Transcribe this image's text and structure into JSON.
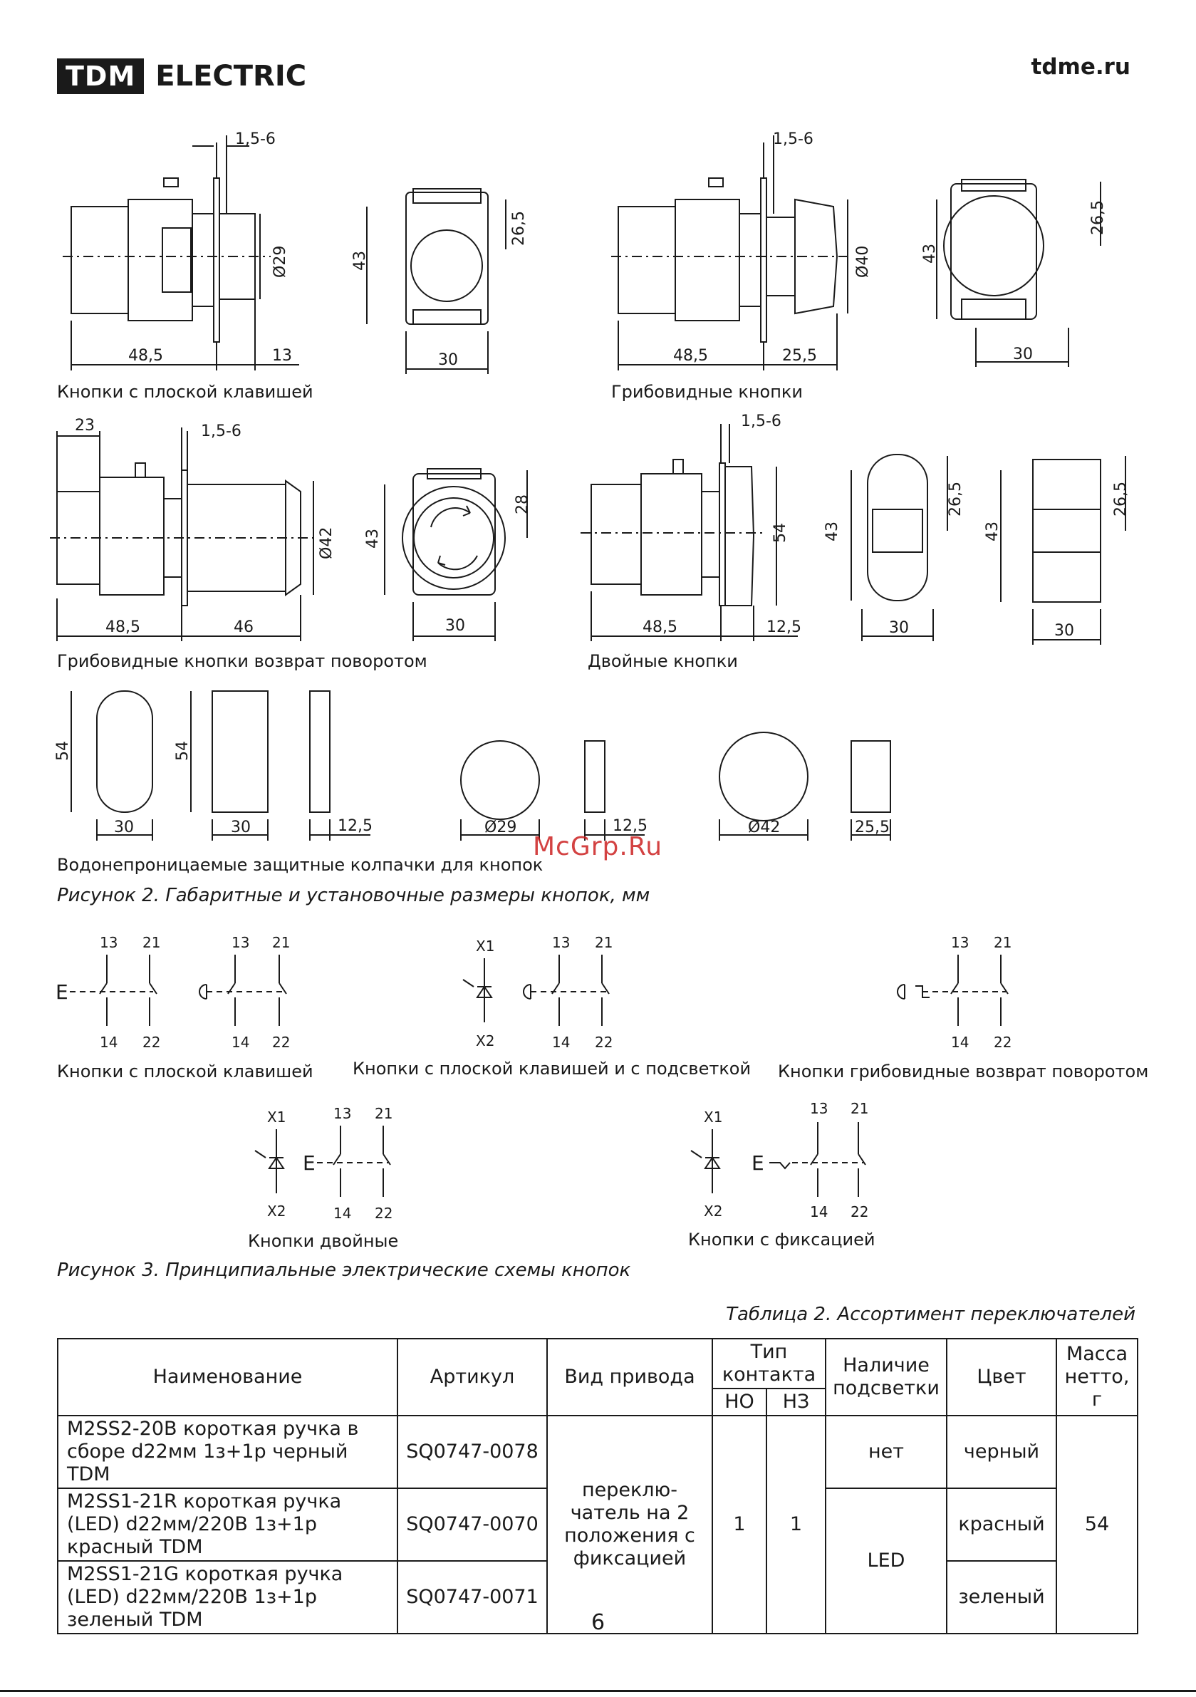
{
  "header": {
    "logo_box": "TDM",
    "logo_word": "ELECTRIC",
    "site": "tdme.ru"
  },
  "drawings": {
    "flat": {
      "dim_gap": "1,5-6",
      "diam": "Ø29",
      "depth": "48,5",
      "front": "13",
      "h": "43",
      "top": "26,5",
      "w": "30",
      "caption": "Кнопки с плоской клавишей"
    },
    "mushroom": {
      "dim_gap": "1,5-6",
      "diam": "Ø40",
      "depth": "48,5",
      "front": "25,5",
      "h": "43",
      "top": "26,5",
      "w": "30",
      "caption": "Грибовидные кнопки"
    },
    "turn": {
      "left": "23",
      "dim_gap": "1,5-6",
      "diam": "Ø42",
      "depth": "48,5",
      "front": "46",
      "h": "43",
      "top": "28",
      "w": "30",
      "caption": "Грибовидные кнопки возврат поворотом"
    },
    "double": {
      "dim_gap": "1,5-6",
      "height": "54",
      "depth": "48,5",
      "front": "12,5",
      "h1": "43",
      "top1": "26,5",
      "w1": "30",
      "h2": "43",
      "top2": "26,5",
      "w2": "30",
      "caption": "Двойные кнопки"
    },
    "caps": {
      "h1": "54",
      "w1": "30",
      "h2": "54",
      "w2": "30",
      "d1": "12,5",
      "c1": "Ø29",
      "d2": "12,5",
      "c2": "Ø42",
      "d3": "25,5",
      "caption": "Водонепроницаемые защитные колпачки для кнопок"
    }
  },
  "watermark": "McGrp.Ru",
  "figure2_caption": "Рисунок 2. Габаритные и установочные размеры кнопок, мм",
  "schemes": {
    "s1": {
      "e": "E",
      "t13": "13",
      "t21": "21",
      "t14": "14",
      "t22": "22",
      "caption": "Кнопки с плоской клавишей"
    },
    "s2": {
      "x1": "X1",
      "x2": "X2",
      "t13": "13",
      "t21": "21",
      "t14": "14",
      "t22": "22",
      "caption": "Кнопки с плоской клавишей и с подсветкой"
    },
    "s3": {
      "t13": "13",
      "t21": "21",
      "t14": "14",
      "t22": "22",
      "caption": "Кнопки грибовидные возврат поворотом"
    },
    "s4": {
      "x1": "X1",
      "x2": "X2",
      "e": "E",
      "t13": "13",
      "t21": "21",
      "t14": "14",
      "t22": "22",
      "caption": "Кнопки двойные"
    },
    "s5": {
      "x1": "X1",
      "x2": "X2",
      "e": "E",
      "t13": "13",
      "t21": "21",
      "t14": "14",
      "t22": "22",
      "caption": "Кнопки с фиксацией"
    }
  },
  "figure3_caption": "Рисунок 3. Принципиальные электрические схемы кнопок",
  "table": {
    "caption": "Таблица 2. Ассортимент переключателей",
    "headers": {
      "name": "Наименование",
      "article": "Артикул",
      "drive": "Вид привода",
      "contact": "Тип контакта",
      "no": "НО",
      "nc": "НЗ",
      "light": "Наличие подсветки",
      "color": "Цвет",
      "mass": "Масса нетто, г"
    },
    "rows": [
      {
        "name": "M2SS2-20B короткая ручка в сборе d22мм 1з+1р черный TDM",
        "article": "SQ0747-0078",
        "light": "нет",
        "color": "черный"
      },
      {
        "name": "M2SS1-21R короткая ручка (LED) d22мм/220В 1з+1р красный TDM",
        "article": "SQ0747-0070",
        "color": "красный"
      },
      {
        "name": "M2SS1-21G короткая ручка (LED) d22мм/220В 1з+1р зеленый TDM",
        "article": "SQ0747-0071",
        "color": "зеленый"
      }
    ],
    "drive_value": "переклю-чатель на 2 положения с фиксацией",
    "no_value": "1",
    "nc_value": "1",
    "light_led": "LED",
    "mass_value": "54"
  },
  "page_number": "6"
}
